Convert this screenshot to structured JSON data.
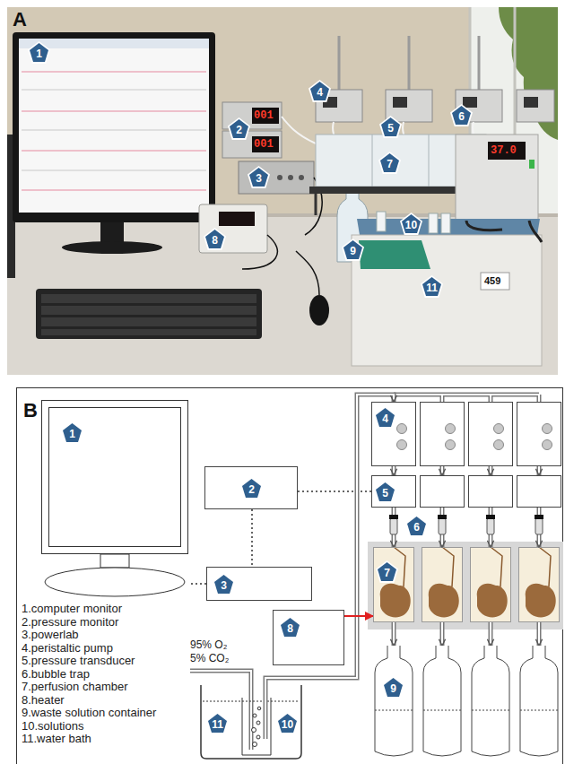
{
  "diagram": {
    "nodes": [
      {
        "text": [
          "1"
        ]
      },
      {
        "text": [
          "2"
        ]
      },
      {
        "text": [
          "3"
        ]
      },
      {
        "text": [
          "4"
        ]
      },
      {
        "text": [
          "5"
        ]
      },
      {
        "text": [
          "7"
        ]
      },
      {
        "text": [
          "8"
        ]
      },
      {
        "text": [
          "9"
        ]
      },
      {
        "text": [
          "11",
          "10"
        ]
      }
    ],
    "edges": [
      {
        "from": 2,
        "to": 0,
        "arrow": "none"
      },
      {
        "from": 1,
        "to": 2,
        "arrow": "none"
      },
      {
        "from": 1,
        "to": 4,
        "arrow": "none"
      },
      {
        "from": 8,
        "to": 3,
        "arrow": "to"
      },
      {
        "from": 3,
        "to": 4,
        "arrow": "to"
      },
      {
        "from": 4,
        "to": 5,
        "arrow": "to"
      },
      {
        "from": 6,
        "to": 5,
        "arrow": "to"
      },
      {
        "from": 5,
        "to": 7,
        "arrow": "to"
      }
    ],
    "labels": [
      "A",
      "1",
      "2",
      "3",
      "4",
      "5",
      "6",
      "7",
      "8",
      "9",
      "10",
      "11",
      "001",
      "001",
      "37.0",
      "459",
      "B",
      "6",
      "95% O₂",
      "5% CO₂",
      "1.computer monitor",
      "2.pressure monitor",
      "3.powerlab",
      "4.peristaltic pump",
      "5.pressure transducer",
      "6.bubble trap",
      "7.perfusion chamber",
      "8.heater",
      "9.waste solution container",
      "10.solutions",
      "11.water bath"
    ]
  }
}
